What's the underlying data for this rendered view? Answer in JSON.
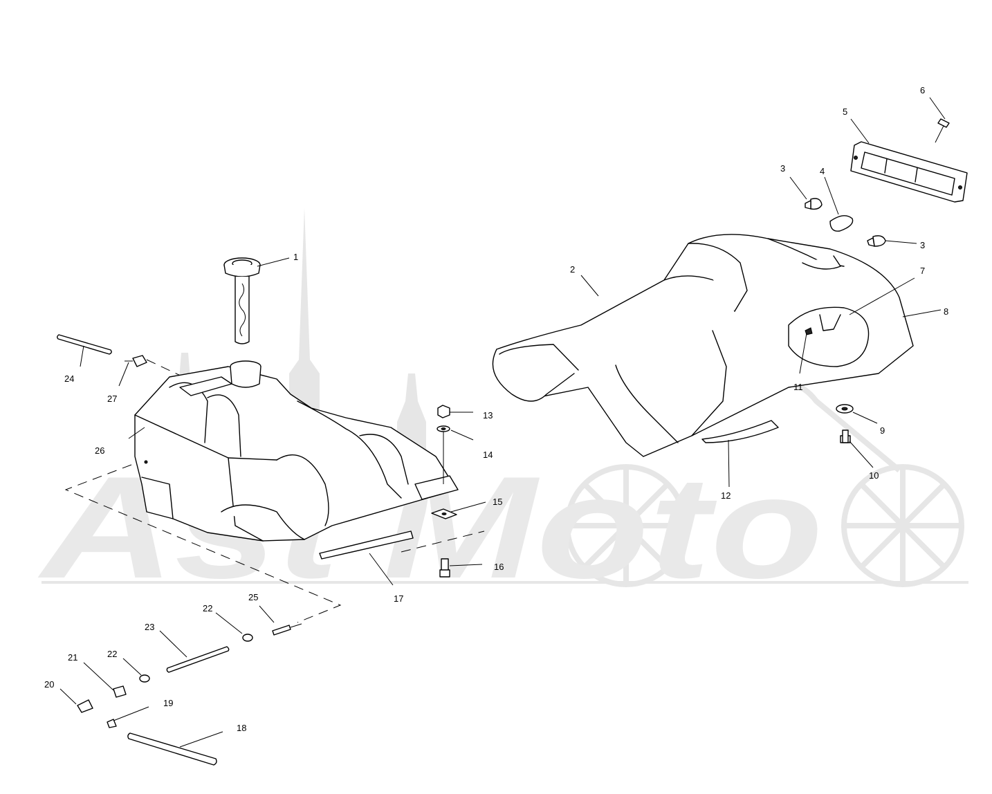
{
  "watermark": {
    "text": "Ast'Moto"
  },
  "callouts": [
    {
      "id": "c1",
      "label": "1"
    },
    {
      "id": "c2",
      "label": "2"
    },
    {
      "id": "c3a",
      "label": "3"
    },
    {
      "id": "c3b",
      "label": "3"
    },
    {
      "id": "c4",
      "label": "4"
    },
    {
      "id": "c5",
      "label": "5"
    },
    {
      "id": "c6",
      "label": "6"
    },
    {
      "id": "c7",
      "label": "7"
    },
    {
      "id": "c8",
      "label": "8"
    },
    {
      "id": "c9",
      "label": "9"
    },
    {
      "id": "c10",
      "label": "10"
    },
    {
      "id": "c11",
      "label": "11"
    },
    {
      "id": "c12",
      "label": "12"
    },
    {
      "id": "c13",
      "label": "13"
    },
    {
      "id": "c14",
      "label": "14"
    },
    {
      "id": "c15",
      "label": "15"
    },
    {
      "id": "c16",
      "label": "16"
    },
    {
      "id": "c17",
      "label": "17"
    },
    {
      "id": "c18",
      "label": "18"
    },
    {
      "id": "c19",
      "label": "19"
    },
    {
      "id": "c20",
      "label": "20"
    },
    {
      "id": "c21",
      "label": "21"
    },
    {
      "id": "c22a",
      "label": "22"
    },
    {
      "id": "c22b",
      "label": "22"
    },
    {
      "id": "c23",
      "label": "23"
    },
    {
      "id": "c24",
      "label": "24"
    },
    {
      "id": "c25",
      "label": "25"
    },
    {
      "id": "c26",
      "label": "26"
    },
    {
      "id": "c27",
      "label": "27"
    }
  ]
}
